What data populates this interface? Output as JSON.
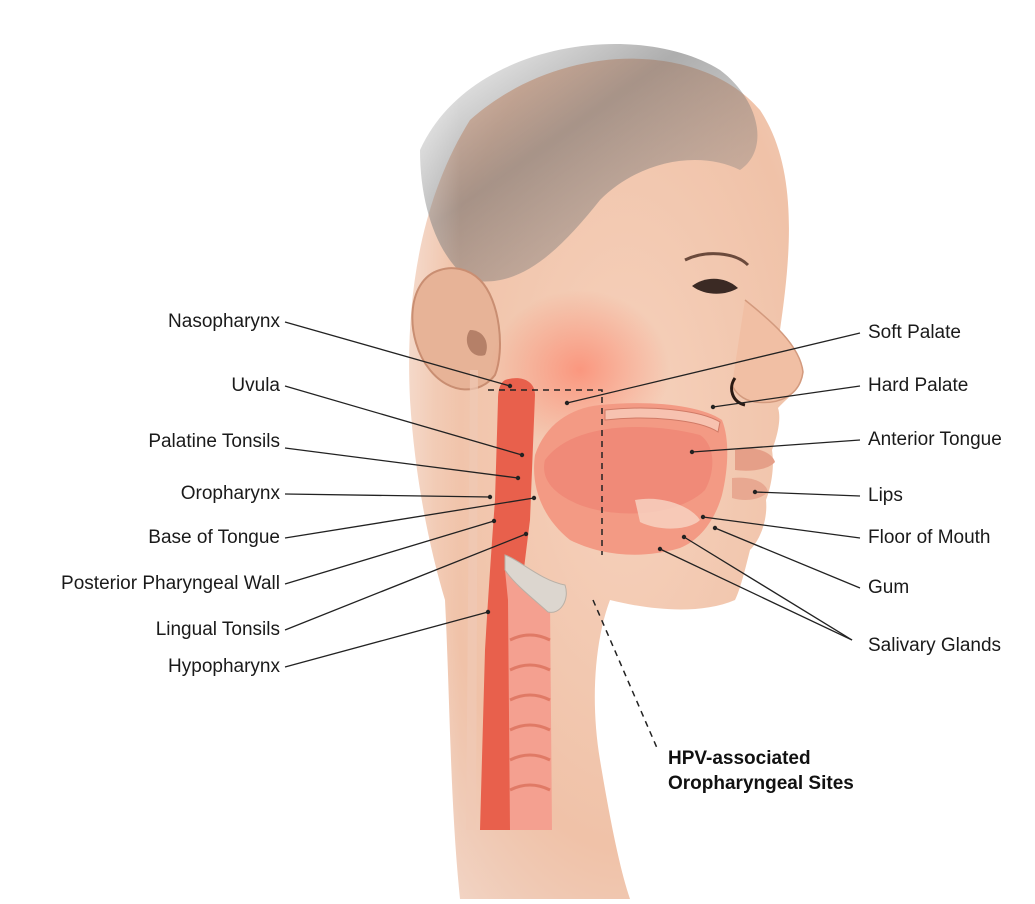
{
  "labels": {
    "left": [
      {
        "id": "nasopharynx",
        "text": "Nasopharynx"
      },
      {
        "id": "uvula",
        "text": "Uvula"
      },
      {
        "id": "palatine_tonsils",
        "text": "Palatine Tonsils"
      },
      {
        "id": "oropharynx",
        "text": "Oropharynx"
      },
      {
        "id": "base_of_tongue",
        "text": "Base of Tongue"
      },
      {
        "id": "posterior_pharyngeal_wall",
        "text": "Posterior Pharyngeal Wall"
      },
      {
        "id": "lingual_tonsils",
        "text": "Lingual Tonsils"
      },
      {
        "id": "hypopharynx",
        "text": "Hypopharynx"
      }
    ],
    "right": [
      {
        "id": "soft_palate",
        "text": "Soft Palate"
      },
      {
        "id": "hard_palate",
        "text": "Hard Palate"
      },
      {
        "id": "anterior_tongue",
        "text": "Anterior Tongue"
      },
      {
        "id": "lips",
        "text": "Lips"
      },
      {
        "id": "floor_of_mouth",
        "text": "Floor of Mouth"
      },
      {
        "id": "gum",
        "text": "Gum"
      },
      {
        "id": "salivary_glands",
        "text": "Salivary Glands"
      }
    ]
  },
  "callout": {
    "line1": "HPV-associated",
    "line2": "Oropharyngeal Sites"
  },
  "colors": {
    "skin": "#f2c4ac",
    "tissue": "#f08a78",
    "airway": "#e8604c",
    "leader": "#222222"
  }
}
